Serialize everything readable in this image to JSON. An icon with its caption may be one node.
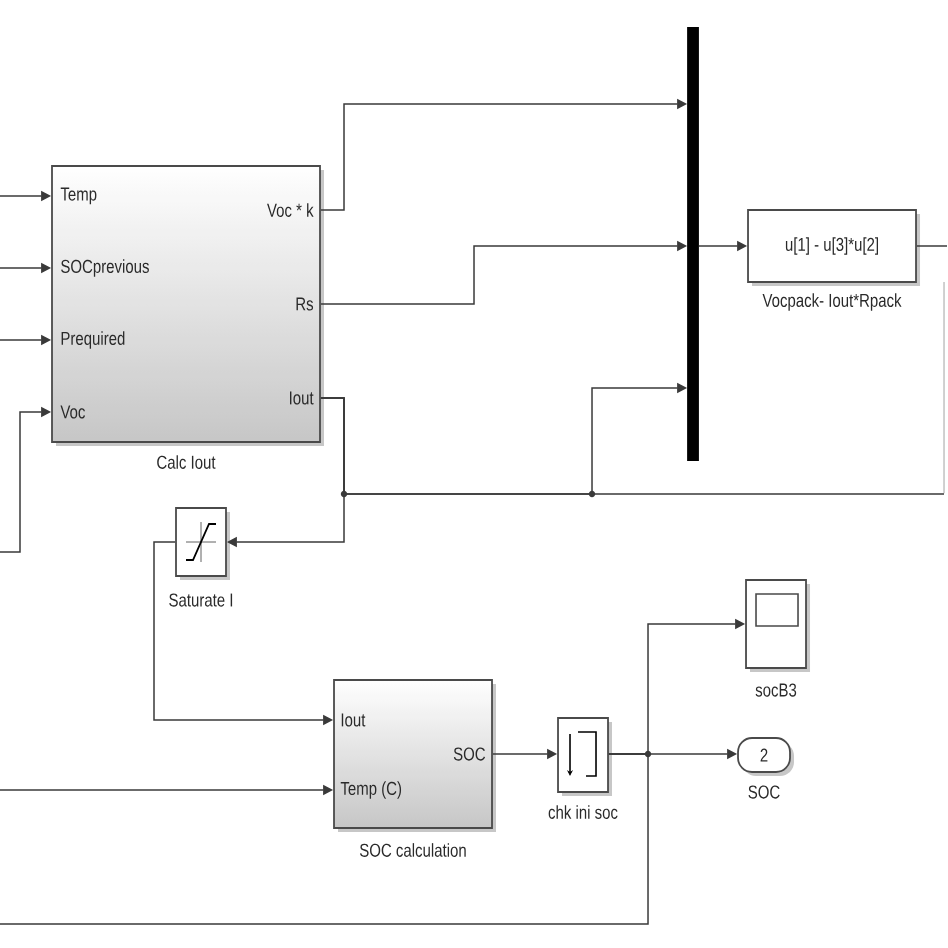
{
  "diagram": {
    "nodes": [
      {
        "text": [
          "Temp",
          "SOCprevious",
          "Prequired",
          "Voc",
          "Voc * k",
          "Rs",
          "Iout"
        ],
        "beside": [
          "Calc Iout"
        ]
      },
      {
        "text": [],
        "shape": "bar"
      },
      {
        "text": [
          "u[1] - u[3]*u[2]"
        ],
        "beside": [
          "Vocpack- Iout*Rpack"
        ]
      },
      {
        "text": [],
        "shape": "box",
        "beside": [
          "Saturate I"
        ]
      },
      {
        "text": [
          "Iout",
          "Temp (C)",
          "SOC"
        ],
        "beside": [
          "SOC calculation"
        ]
      },
      {
        "text": [],
        "shape": "box",
        "beside": [
          "chk ini soc"
        ]
      },
      {
        "text": [],
        "shape": "box",
        "beside": [
          "socB3"
        ]
      },
      {
        "text": [
          "2"
        ],
        "beside": [
          "SOC"
        ]
      }
    ],
    "edges": [
      {
        "from": null,
        "to": 0,
        "arrow": "to"
      },
      {
        "from": null,
        "to": 0,
        "arrow": "to"
      },
      {
        "from": null,
        "to": 0,
        "arrow": "to"
      },
      {
        "from": null,
        "to": 0,
        "arrow": "to"
      },
      {
        "from": 0,
        "to": 1,
        "arrow": "to"
      },
      {
        "from": 0,
        "to": 1,
        "arrow": "to"
      },
      {
        "from": 0,
        "to": 1,
        "arrow": "to"
      },
      {
        "from": 0,
        "to": 3,
        "arrow": "to"
      },
      {
        "from": 0,
        "to": null,
        "arrow": "none"
      },
      {
        "from": 1,
        "to": 2,
        "arrow": "to"
      },
      {
        "from": 2,
        "to": null,
        "arrow": "none"
      },
      {
        "from": 3,
        "to": 4,
        "arrow": "to"
      },
      {
        "from": null,
        "to": 4,
        "arrow": "to"
      },
      {
        "from": 4,
        "to": 5,
        "arrow": "to"
      },
      {
        "from": 5,
        "to": 6,
        "arrow": "to"
      },
      {
        "from": 5,
        "to": 7,
        "arrow": "to"
      },
      {
        "from": 5,
        "to": null,
        "arrow": "none"
      }
    ]
  }
}
